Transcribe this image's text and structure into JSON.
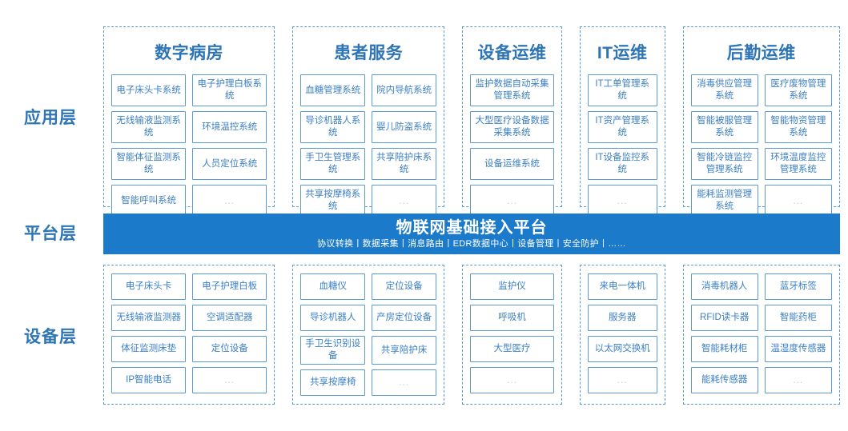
{
  "layers": {
    "application_label": "应用层",
    "platform_label": "平台层",
    "device_label": "设备层"
  },
  "platform": {
    "title": "物联网基础接入平台",
    "subtitle": "协议转换丨数据采集丨消息路由丨EDR数据中心丨设备管理丨安全防护丨……",
    "background_color": "#1B7AC9",
    "text_color": "#FFFFFF"
  },
  "colors": {
    "accent": "#2E75B6",
    "border": "#5B9BD5",
    "cell_text": "#3B7FC4",
    "ellipsis": "#BBD4EC",
    "background": "#FFFFFF"
  },
  "application_layer": [
    {
      "title": "数字病房",
      "columns": 2,
      "items": [
        "电子床头卡系统",
        "电子护理白板系统",
        "无线输液监测系统",
        "环境温控系统",
        "智能体征监测系统",
        "人员定位系统",
        "智能呼叫系统",
        "..."
      ]
    },
    {
      "title": "患者服务",
      "columns": 2,
      "items": [
        "血糖管理系统",
        "院内导航系统",
        "导诊机器人系统",
        "婴儿防盗系统",
        "手卫生管理系统",
        "共享陪护床系统",
        "共享按摩椅系统",
        "..."
      ]
    },
    {
      "title": "设备运维",
      "columns": 1,
      "items": [
        "监护数据自动采集管理系统",
        "大型医疗设备数据采集系统",
        "设备运维系统",
        "..."
      ]
    },
    {
      "title": "IT运维",
      "columns": 1,
      "items": [
        "IT工单管理系统",
        "IT资产管理系统",
        "IT设备监控系统",
        "..."
      ]
    },
    {
      "title": "后勤运维",
      "columns": 2,
      "items": [
        "消毒供应管理系统",
        "医疗废物管理系统",
        "智能被服管理系统",
        "智能物资管理系统",
        "智能冷链监控管理系统",
        "环境温度监控管理系统",
        "能耗监测管理系统",
        "..."
      ]
    }
  ],
  "device_layer": [
    {
      "columns": 2,
      "items": [
        "电子床头卡",
        "电子护理白板",
        "无线输液监测器",
        "空调适配器",
        "体征监测床垫",
        "定位设备",
        "IP智能电话",
        "..."
      ]
    },
    {
      "columns": 2,
      "items": [
        "血糖仪",
        "定位设备",
        "导诊机器人",
        "产房定位设备",
        "手卫生识别设备",
        "共享陪护床",
        "共享按摩椅",
        "..."
      ]
    },
    {
      "columns": 1,
      "items": [
        "监护仪",
        "呼吸机",
        "大型医疗",
        "..."
      ]
    },
    {
      "columns": 1,
      "items": [
        "来电一体机",
        "服务器",
        "以太网交换机",
        "..."
      ]
    },
    {
      "columns": 2,
      "items": [
        "消毒机器人",
        "蓝牙标签",
        "RFID读卡器",
        "智能药柜",
        "智能耗材柜",
        "温湿度传感器",
        "能耗传感器",
        "..."
      ]
    }
  ]
}
